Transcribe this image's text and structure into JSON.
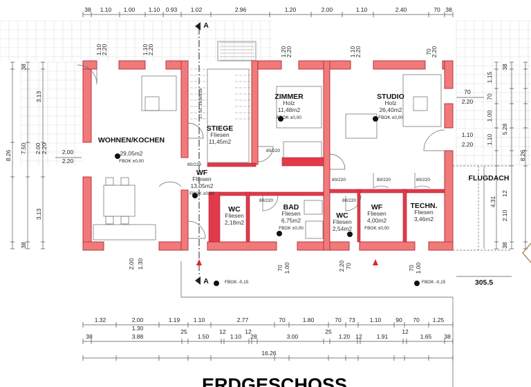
{
  "plan": {
    "title": "ERDGESCHOSS",
    "rooms": [
      {
        "name": "WOHNEN/KOCHEN",
        "floor": "",
        "area": "29,05m2",
        "level": "FBOK ±0,00"
      },
      {
        "name": "STIEGE",
        "floor": "Fliesen",
        "area": "11,45m2",
        "level": ""
      },
      {
        "name": "ZIMMER",
        "floor": "Holz",
        "area": "11,48m2",
        "level": "FBOK ±0,00"
      },
      {
        "name": "STUDIO",
        "floor": "Holz",
        "area": "26,40m2",
        "level": "FBOK ±0,00"
      },
      {
        "name": "WF",
        "floor": "Fliesen",
        "area": "13,05m2",
        "level": "FBOK ±0,00"
      },
      {
        "name": "WC",
        "floor": "Fliesen",
        "area": "2,18m2",
        "level": ""
      },
      {
        "name": "BAD",
        "floor": "Fliesen",
        "area": "6,75m2",
        "level": "FBOK ±0,00"
      },
      {
        "name": "WC",
        "floor": "Fliesen",
        "area": "2,54m2",
        "level": ""
      },
      {
        "name": "WF",
        "floor": "Fliesen",
        "area": "4,00m2",
        "level": "FBOK ±0,00"
      },
      {
        "name": "TECHN.",
        "floor": "Fliesen",
        "area": "3,46m2",
        "level": ""
      }
    ],
    "flugdach": "FLUGDACH",
    "outside_levels": [
      "FBOK -0,15",
      "FBOK -0,15"
    ],
    "section_marks": [
      "A",
      "A"
    ],
    "scale_label": "305.5",
    "stair_label": "17 St. 18,80/28",
    "dims_top": [
      "38",
      "1.10",
      "1.00",
      "1.10",
      "0.93",
      "1.02",
      "2.96",
      "1.20",
      "2.00",
      "1.10",
      "2.40",
      "70",
      "38"
    ],
    "dims_bottom_row1": [
      "1.32",
      "2.00",
      "1.30",
      "1.19",
      "1.10",
      "2.77",
      "70",
      "1.80",
      "70",
      "73",
      "1.10",
      "90",
      "70",
      "1.25"
    ],
    "dims_bottom_row2": [
      "38",
      "3.88",
      "25",
      "1.50",
      "12",
      "1.10",
      "12",
      "28",
      "3.00",
      "25",
      "1.20",
      "12",
      "1.91",
      "12",
      "1.65",
      "38"
    ],
    "dims_bottom_total": "16.26",
    "dims_left": [
      "8.26",
      "38",
      "7.50",
      "38",
      "3.13",
      "2.00",
      "2.20",
      "3.13"
    ],
    "window_left": [
      "2.00",
      "2.20"
    ],
    "dims_right": [
      "1.15",
      "38",
      "70",
      "1.00",
      "5.28",
      "1.10",
      "8.26",
      "4.31",
      "12",
      "2.10",
      "38"
    ],
    "window_right": [
      "70",
      "2.20",
      "1.10",
      "2.20"
    ],
    "window_top": [
      "1.10",
      "2.20",
      "1.10",
      "2.20",
      "1.20",
      "2.20",
      "1.10",
      "2.20",
      "70",
      "2.20"
    ],
    "window_bottom": [
      "2.00",
      "1.30",
      "70",
      "1.00",
      "2.20",
      "70",
      "70",
      "1.00"
    ],
    "door_label": "80/220",
    "colors": {
      "wall": "#f07a7a",
      "wall_outline": "#b8323f",
      "inner_wall": "#e23a4a",
      "marker": "#d9282f"
    }
  }
}
